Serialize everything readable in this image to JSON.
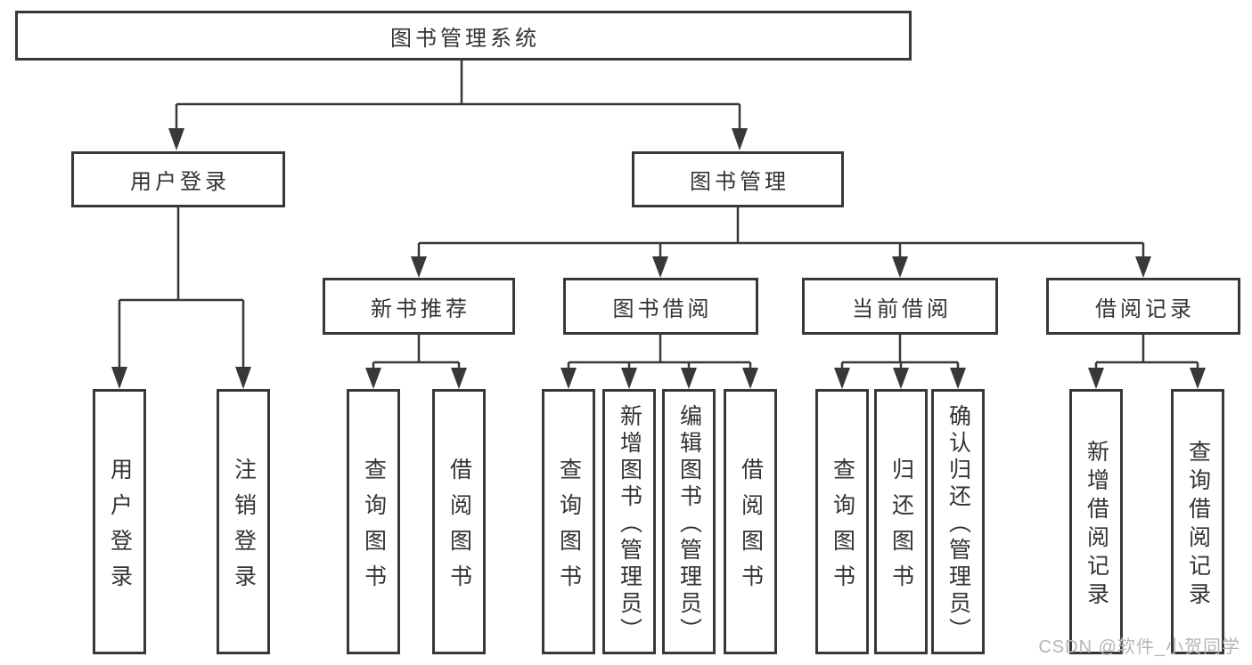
{
  "nodes": {
    "root": "图书管理系统",
    "user_login": "用户登录",
    "book_management": "图书管理",
    "new_book_recommend": "新书推荐",
    "book_borrow": "图书借阅",
    "current_borrow": "当前借阅",
    "borrow_records": "借阅记录",
    "leaf_user_login": "用户登录",
    "leaf_logout": "注销登录",
    "leaf_query_book_a": "查询图书",
    "leaf_borrow_book_a": "借阅图书",
    "leaf_query_book_b": "查询图书",
    "leaf_add_book_admin": "新增图书（管理员）",
    "leaf_edit_book_admin": "编辑图书（管理员）",
    "leaf_borrow_book_b": "借阅图书",
    "leaf_query_book_c": "查询图书",
    "leaf_return_book": "归还图书",
    "leaf_confirm_return_admin": "确认归还（管理员）",
    "leaf_add_borrow_record": "新增借阅记录",
    "leaf_query_borrow_record": "查询借阅记录"
  },
  "hierarchy": {
    "图书管理系统": {
      "用户登录": [
        "用户登录",
        "注销登录"
      ],
      "图书管理": {
        "新书推荐": [
          "查询图书",
          "借阅图书"
        ],
        "图书借阅": [
          "查询图书",
          "新增图书（管理员）",
          "编辑图书（管理员）",
          "借阅图书"
        ],
        "当前借阅": [
          "查询图书",
          "归还图书",
          "确认归还（管理员）"
        ],
        "借阅记录": [
          "新增借阅记录",
          "查询借阅记录"
        ]
      }
    }
  },
  "colors": {
    "line": "#38383c",
    "text": "#333333",
    "watermark_text": "#b5b5b5",
    "background": "#ffffff"
  },
  "watermark": "CSDN @软件_小贺同学"
}
